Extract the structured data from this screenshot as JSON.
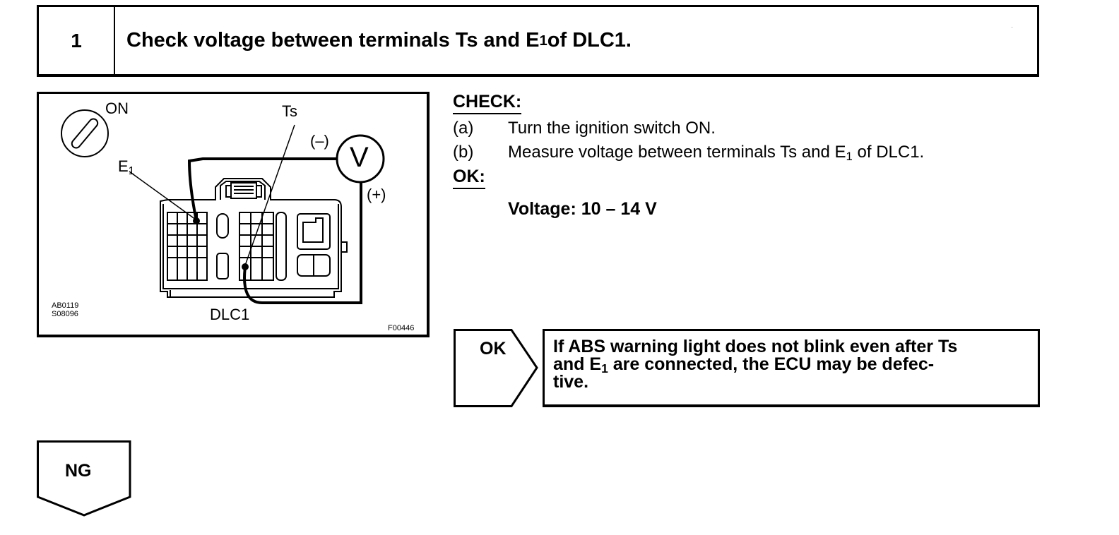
{
  "step": {
    "number": "1",
    "title_pre": "Check voltage between terminals Ts and E",
    "title_sub": "1",
    "title_post": " of DLC1.",
    "corner_mark": "·"
  },
  "figure": {
    "on_label": "ON",
    "ts_label": "Ts",
    "e1_label": "E",
    "e1_sub": "1",
    "neg_label": "(–)",
    "pos_label": "(+)",
    "meter_label": "V",
    "connector_label": "DLC1",
    "code_left_1": "AB0119",
    "code_left_2": "S08096",
    "code_right": "F00446"
  },
  "check": {
    "heading": "CHECK:",
    "items": [
      {
        "letter": "(a)",
        "text": "Turn the ignition switch ON."
      },
      {
        "letter": "(b)",
        "text_pre": "Measure voltage between terminals Ts and E",
        "text_sub": "1",
        "text_post": " of DLC1."
      }
    ],
    "ok_heading": "OK:",
    "spec": "Voltage: 10 – 14 V"
  },
  "ok_result": {
    "label": "OK",
    "line1": "If ABS warning light does not blink even after Ts",
    "line2_pre": "and E",
    "line2_sub": "1",
    "line2_post": " are connected, the ECU may be defec-",
    "line3": "tive."
  },
  "ng_result": {
    "label": "NG"
  }
}
